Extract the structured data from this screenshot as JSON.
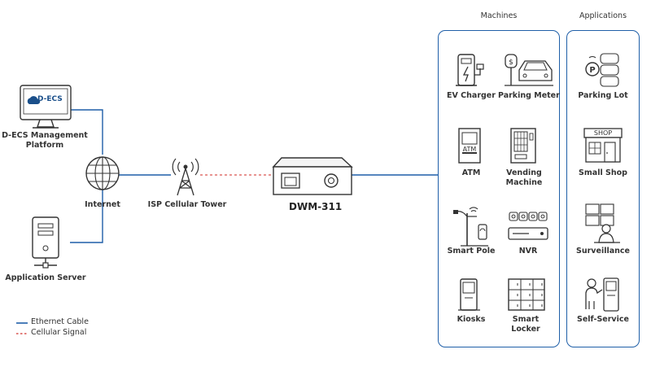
{
  "colors": {
    "ethernet": "#1f5fa8",
    "cellular": "#d9534f",
    "stroke": "#333333",
    "brand": "#1a4f8a"
  },
  "platform": {
    "logo_text": "D-ECS",
    "label": "D-ECS Management Platform"
  },
  "server": {
    "label": "Application Server"
  },
  "internet": {
    "label": "Internet"
  },
  "tower": {
    "label": "ISP Cellular Tower"
  },
  "device": {
    "label": "DWM-311"
  },
  "machines": {
    "header": "Machines",
    "items": [
      {
        "label": "EV Charger",
        "icon": "ev-charger-icon"
      },
      {
        "label": "Parking Meter",
        "icon": "parking-meter-icon"
      },
      {
        "label": "ATM",
        "icon": "atm-icon",
        "screen_text": "ATM"
      },
      {
        "label": "Vending Machine",
        "icon": "vending-machine-icon"
      },
      {
        "label": "Smart Pole",
        "icon": "smart-pole-icon"
      },
      {
        "label": "NVR",
        "icon": "nvr-icon"
      },
      {
        "label": "Kiosks",
        "icon": "kiosk-icon"
      },
      {
        "label": "Smart Locker",
        "icon": "smart-locker-icon"
      }
    ]
  },
  "applications": {
    "header": "Applications",
    "items": [
      {
        "label": "Parking Lot",
        "icon": "parking-lot-icon"
      },
      {
        "label": "Small Shop",
        "icon": "shop-icon",
        "sign_text": "SHOP"
      },
      {
        "label": "Surveillance",
        "icon": "surveillance-icon"
      },
      {
        "label": "Self-Service",
        "icon": "self-service-icon"
      }
    ]
  },
  "legend": [
    {
      "label": "Ethernet Cable",
      "style": "solid"
    },
    {
      "label": "Cellular Signal",
      "style": "dashed"
    }
  ]
}
